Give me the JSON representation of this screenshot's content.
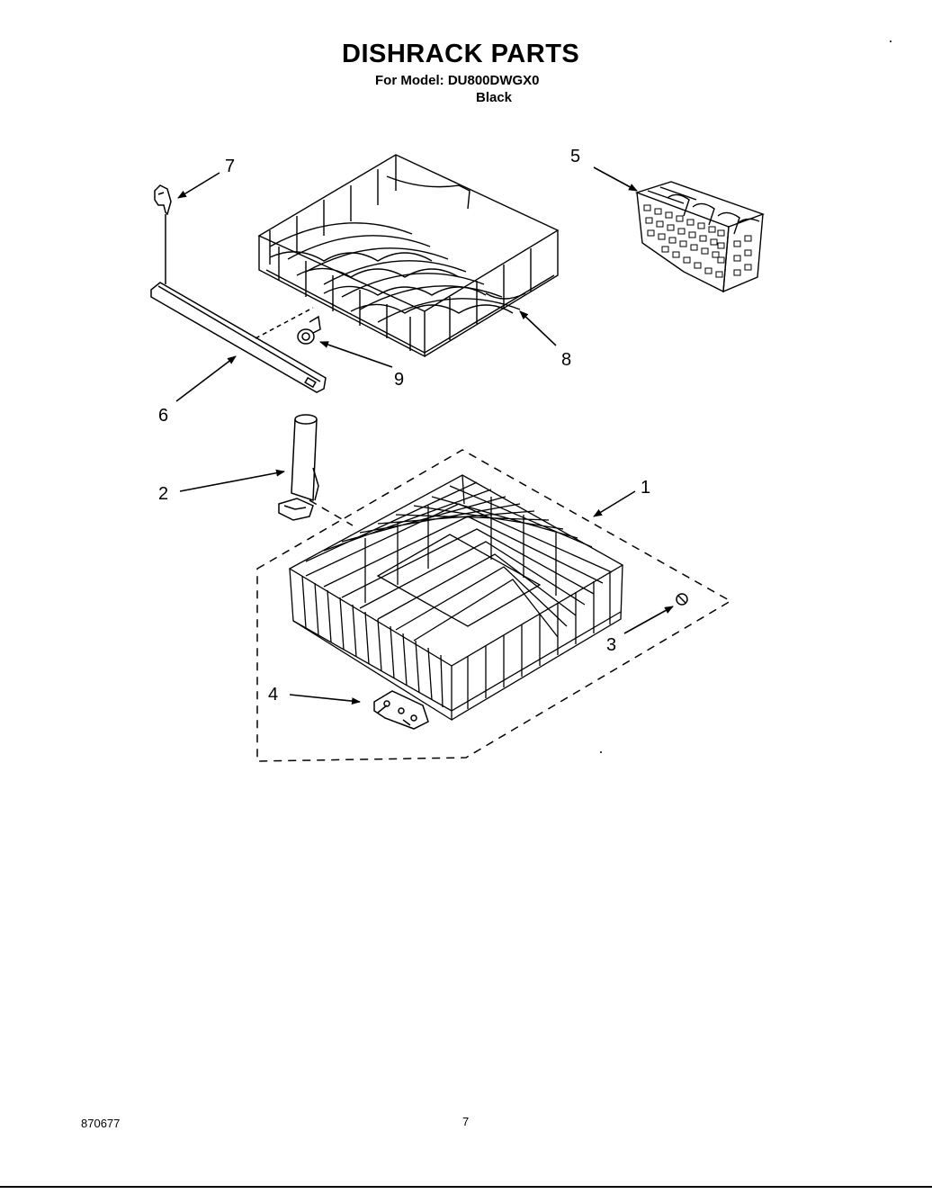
{
  "header": {
    "title": "DISHRACK PARTS",
    "model_line": "For Model: DU800DWGX0",
    "color_line": "Black"
  },
  "footer": {
    "doc_number": "870677",
    "page_number": "7"
  },
  "callouts": [
    {
      "id": "1",
      "label": "1"
    },
    {
      "id": "2",
      "label": "2"
    },
    {
      "id": "3",
      "label": "3"
    },
    {
      "id": "4",
      "label": "4"
    },
    {
      "id": "5",
      "label": "5"
    },
    {
      "id": "6",
      "label": "6"
    },
    {
      "id": "7",
      "label": "7"
    },
    {
      "id": "8",
      "label": "8"
    },
    {
      "id": "9",
      "label": "9"
    }
  ],
  "colors": {
    "ink": "#000000",
    "paper": "#ffffff"
  }
}
